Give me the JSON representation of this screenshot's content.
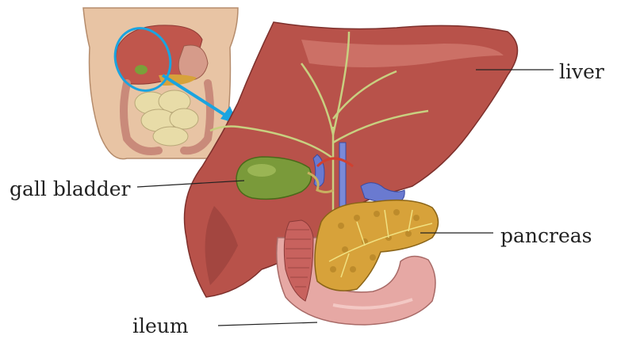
{
  "labels": {
    "liver": "liver",
    "gall_bladder": "gall bladder",
    "pancreas": "pancreas",
    "ileum": "ileum"
  },
  "colors": {
    "liver": "#b8524a",
    "liver_dark": "#8e3a35",
    "liver_light": "#d9857a",
    "gall_bladder": "#7a9a3a",
    "pancreas": "#d7a23a",
    "pancreas_dark": "#a87a20",
    "ileum": "#e6a8a4",
    "ileum_dark": "#c07a77",
    "bile_duct": "#c8d080",
    "vein_blue": "#6a7ad0",
    "skin": "#e8c4a4",
    "highlight_circle": "#1aa4e0"
  }
}
